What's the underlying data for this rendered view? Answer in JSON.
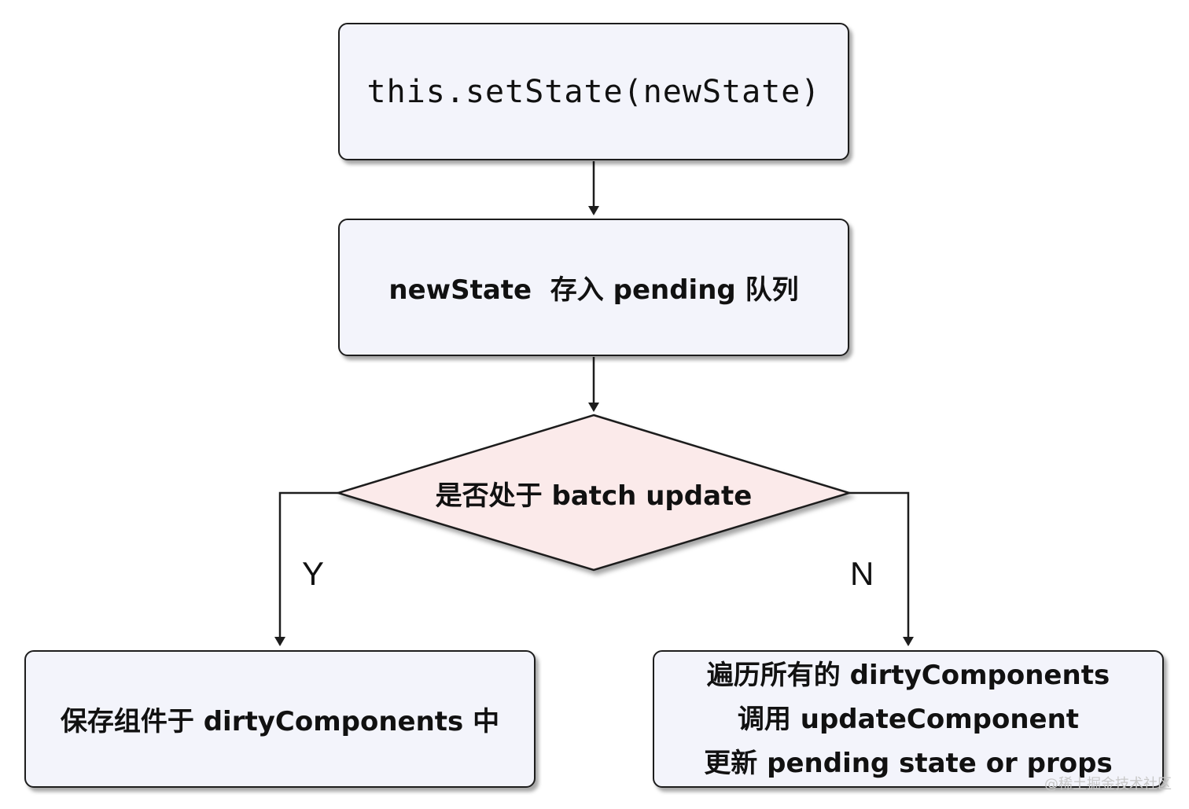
{
  "nodes": {
    "set_state": {
      "label": "this.setState(newState)"
    },
    "pending_queue": {
      "label": "newState  存入 pending 队列"
    },
    "batch_check": {
      "label": "是否处于 batch update"
    },
    "save_dirty": {
      "label": "保存组件于 dirtyComponents 中"
    },
    "iterate": {
      "lines": [
        "遍历所有的 dirtyComponents",
        "调用 updateComponent",
        "更新 pending state or props"
      ]
    }
  },
  "branches": {
    "yes": "Y",
    "no": "N"
  },
  "watermark": "@稀土掘金技术社区",
  "colors": {
    "box_fill": "#f3f4fb",
    "decision_fill": "#fbeaea",
    "stroke": "#1d1d1d"
  }
}
